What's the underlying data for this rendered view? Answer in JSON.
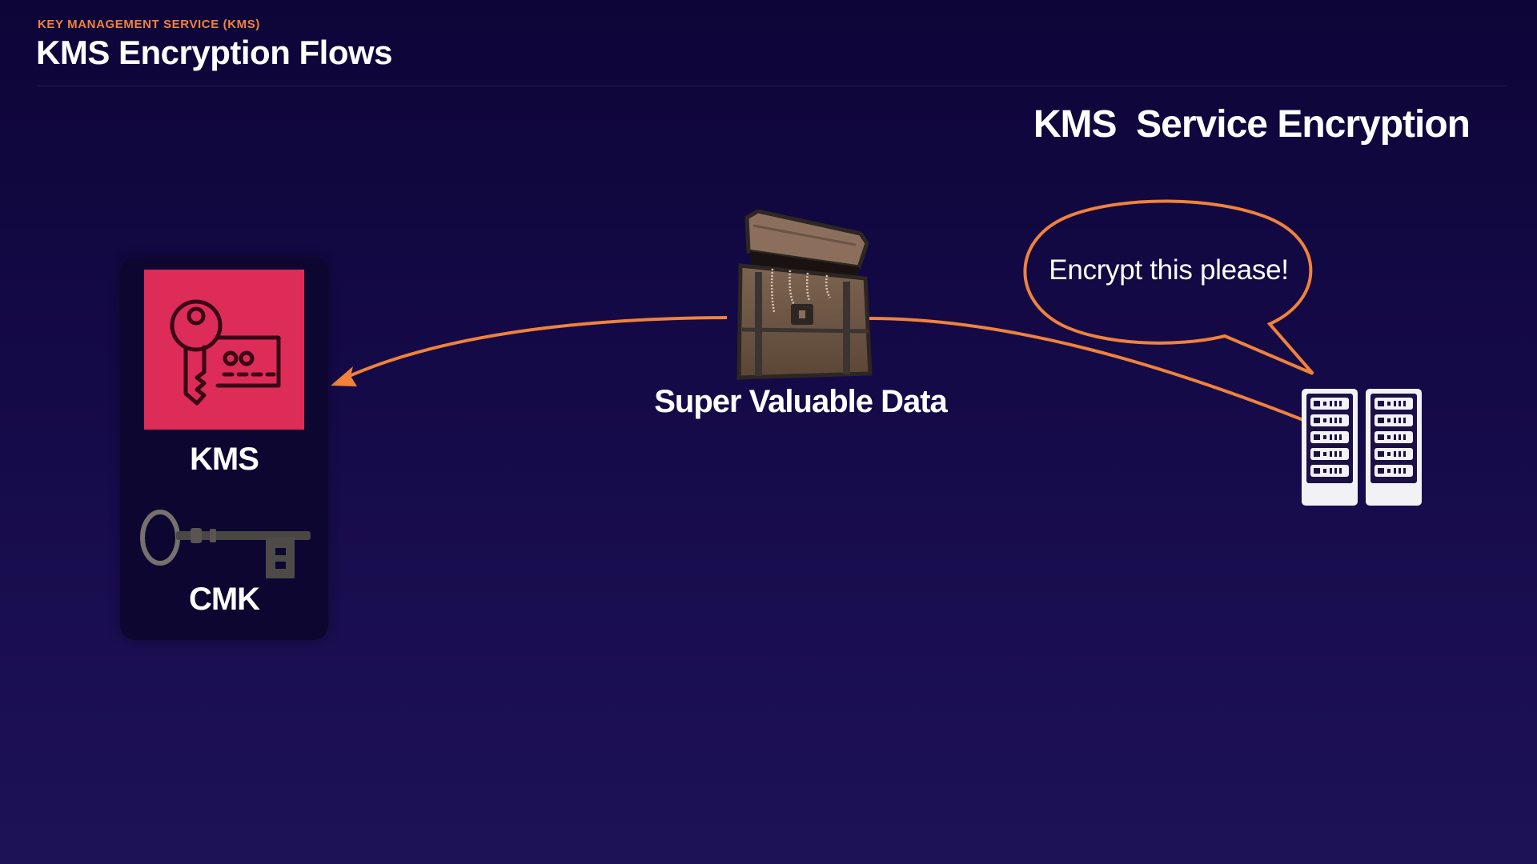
{
  "header": {
    "eyebrow": "KEY MANAGEMENT SERVICE (KMS)",
    "title": "KMS Encryption Flows"
  },
  "section_title": "KMS  Service Encryption",
  "kms_panel": {
    "service_label": "KMS",
    "key_label": "CMK",
    "tile_color": "#dd2c58"
  },
  "data_item": {
    "label": "Super Valuable Data",
    "icon": "treasure-chest-icon"
  },
  "speech_bubble": {
    "text": "Encrypt this please!"
  },
  "server_icon": "server-rack-icon",
  "colors": {
    "accent": "#f0823c",
    "background_top": "#0d0538",
    "background_bottom": "#1e1257",
    "kms_tile": "#dd2c58"
  }
}
